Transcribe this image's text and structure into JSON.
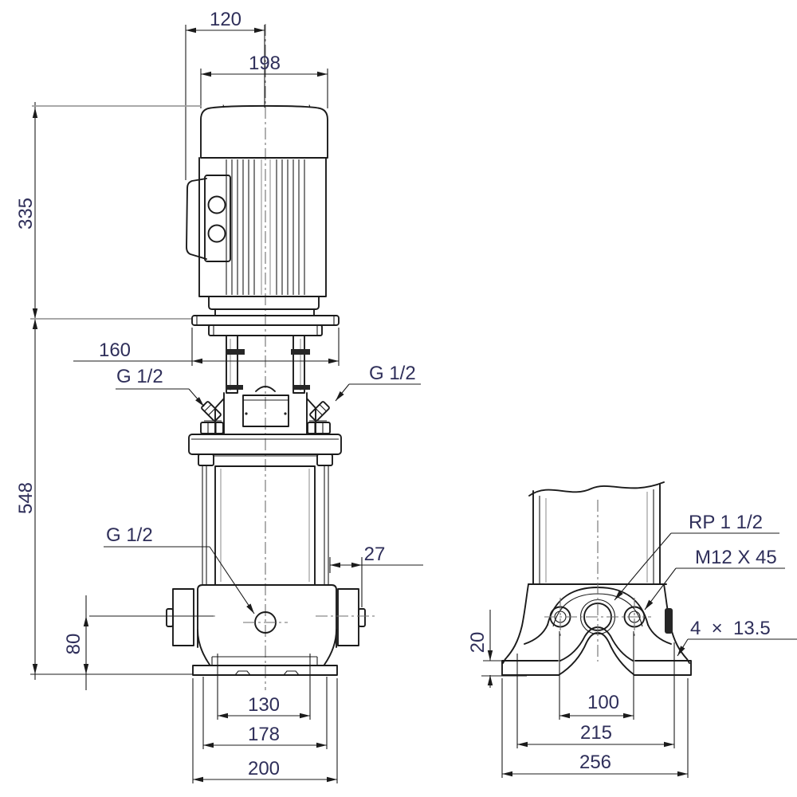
{
  "drawing": {
    "side_view": {
      "dim_top_width": "120",
      "dim_motor_width": "198",
      "dim_motor_height": "335",
      "dim_pump_height": "548",
      "dim_head_flange_width": "160",
      "vent_plug_left": "G 1/2",
      "vent_plug_right": "G 1/2",
      "drain_plug": "G 1/2",
      "dim_port_offset": "27",
      "dim_port_height": "80",
      "dim_base_inner": "130",
      "dim_base_mid": "178",
      "dim_base_outer": "200"
    },
    "front_view": {
      "port_thread": "RP 1 1/2",
      "bolt_spec": "M12 X 45",
      "foot_hole_spec": "4  ×  13.5",
      "dim_foot_thickness": "20",
      "dim_bolt_spacing": "100",
      "dim_foot_hole_spacing": "215",
      "dim_base_width": "256"
    },
    "colors": {
      "line": "#1b1b1b",
      "dim_text": "#2f2f5a",
      "aux_line": "#9d9d9d"
    }
  }
}
